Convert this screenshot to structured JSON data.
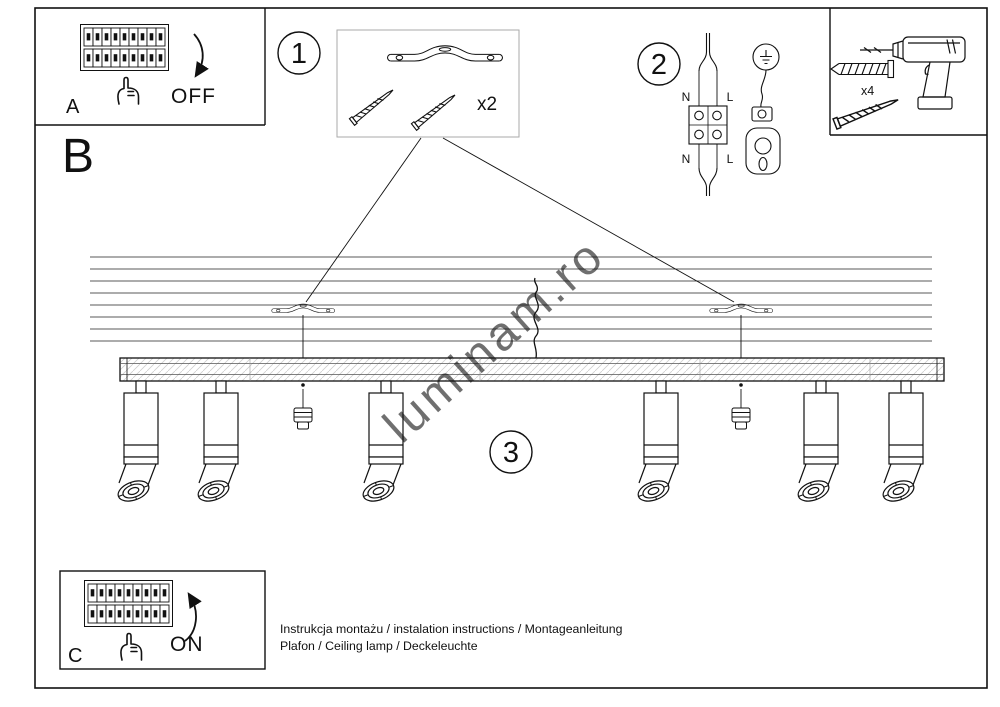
{
  "sheet": {
    "background": "#ffffff",
    "line_color": "#111111",
    "watermark_color": "#c7c7c7"
  },
  "sections": {
    "a": {
      "label": "A",
      "action": "OFF"
    },
    "b": {
      "label": "B"
    },
    "c": {
      "label": "C",
      "action": "ON"
    }
  },
  "steps": {
    "one": {
      "number": "1",
      "quantity": "x2"
    },
    "two": {
      "number": "2",
      "terminals": {
        "n_top": "N",
        "l_top": "L",
        "n_bottom": "N",
        "l_bottom": "L"
      }
    },
    "three": {
      "number": "3"
    }
  },
  "tools": {
    "anchor_quantity": "x4"
  },
  "footer": {
    "line1": "Instrukcja montażu / instalation instructions / Montageanleitung",
    "line2": "Plafon / Ceiling lamp / Deckeleuchte"
  },
  "watermark": "luminam.ro"
}
